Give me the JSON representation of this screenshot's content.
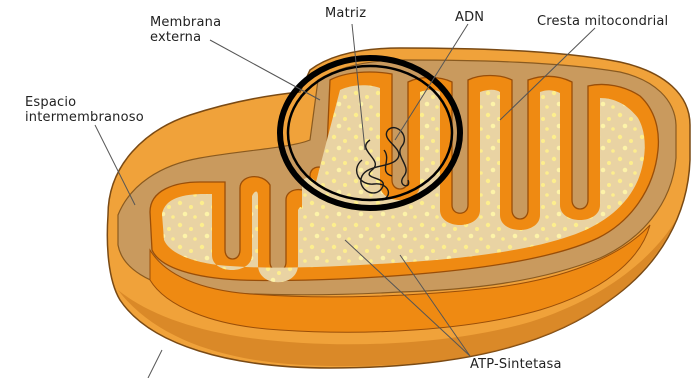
{
  "labels": {
    "membrana_externa": [
      "Membrana",
      "externa"
    ],
    "matriz": "Matriz",
    "adn": "ADN",
    "cresta": "Cresta mitocondrial",
    "espacio": [
      "Espacio",
      "intermembranoso"
    ],
    "atp": "ATP-Sintetasa"
  },
  "colors": {
    "outer_membrane": "#f0a23a",
    "outer_membrane_dark": "#c8741a",
    "cut_surface": "#e6b271",
    "intermembrane_space": "#c99a5e",
    "inner_membrane": "#ef8a12",
    "matrix": "#e9d3a3",
    "granules": "#fff18a",
    "dna": "#1a1a1a",
    "highlight_circle": "#000000"
  }
}
